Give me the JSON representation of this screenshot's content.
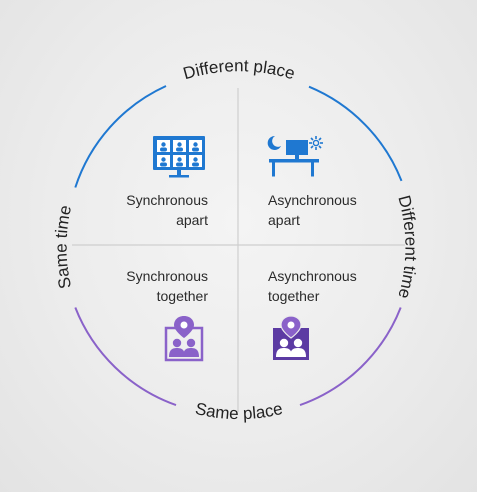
{
  "diagram": {
    "outer_labels": {
      "top": "Different place",
      "bottom": "Same place",
      "left": "Same time",
      "right": "Different time"
    },
    "quadrants": {
      "top_left": {
        "line1": "Synchronous",
        "line2": "apart",
        "icon": "video-grid-monitor-icon"
      },
      "top_right": {
        "line1": "Asynchronous",
        "line2": "apart",
        "icon": "desk-computer-night-icon"
      },
      "bottom_left": {
        "line1": "Synchronous",
        "line2": "together",
        "icon": "people-location-pin-icon"
      },
      "bottom_right": {
        "line1": "Asynchronous",
        "line2": "together",
        "icon": "people-location-pin-dark-icon"
      }
    },
    "colors": {
      "blue": "#1f78d1",
      "purple_light": "#8a62c9",
      "purple_dark": "#5c3ba3",
      "divider": "#cfcfcf"
    }
  }
}
